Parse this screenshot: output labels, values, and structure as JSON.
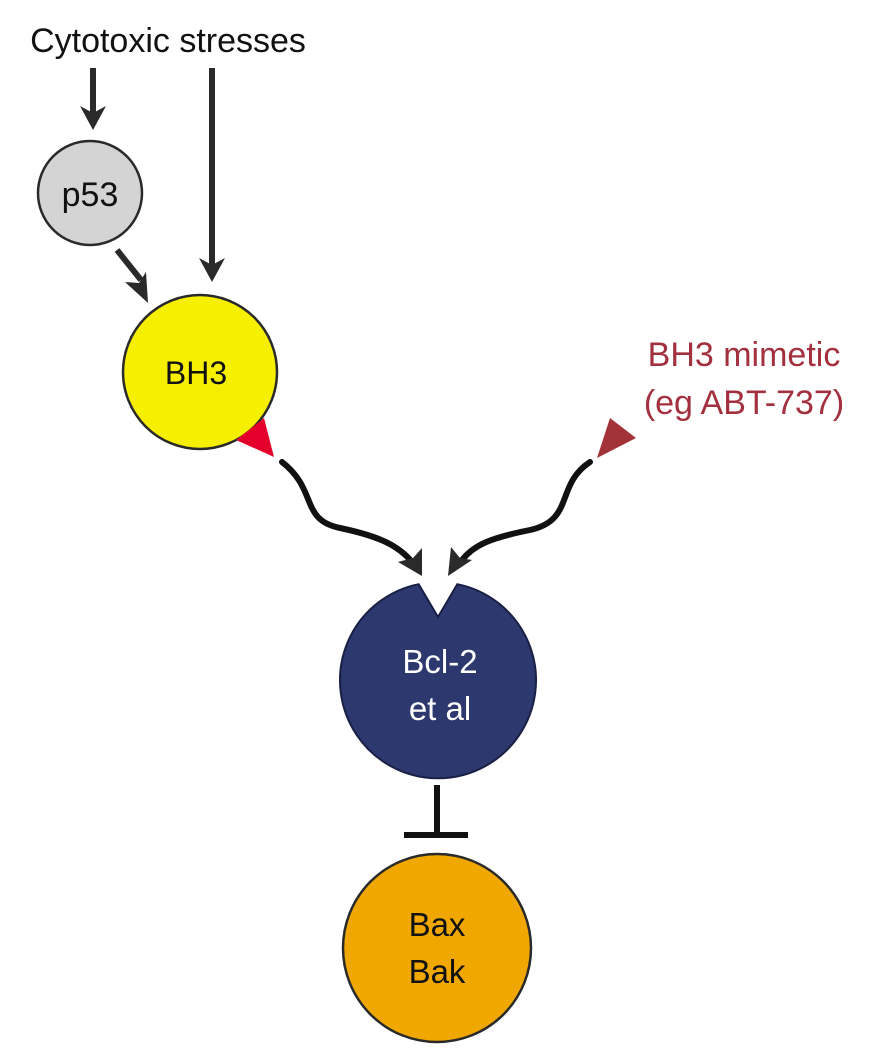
{
  "labels": {
    "stress": "Cytotoxic stresses",
    "p53": "p53",
    "bh3": "BH3",
    "mimetic_line1": "BH3 mimetic",
    "mimetic_line2": "(eg ABT-737)",
    "bcl2_line1": "Bcl-2",
    "bcl2_line2": "et al",
    "bax_line1": "Bax",
    "bax_line2": "Bak"
  },
  "colors": {
    "p53_fill": "#d4d4d4",
    "bh3_fill": "#f7ef00",
    "bh3_wedge": "#e3002b",
    "mimetic_wedge": "#a33238",
    "mimetic_text": "#a3303e",
    "bcl2_fill": "#2c386e",
    "bax_fill": "#f0a800",
    "arrow": "#2a2a2a"
  },
  "nodes": [
    {
      "id": "p53",
      "shape": "circle"
    },
    {
      "id": "bh3",
      "shape": "circle"
    },
    {
      "id": "bcl2",
      "shape": "notched-circle"
    },
    {
      "id": "bax-bak",
      "shape": "circle"
    }
  ],
  "edges": [
    {
      "from": "stress",
      "to": "p53",
      "type": "activation"
    },
    {
      "from": "stress",
      "to": "bh3",
      "type": "activation"
    },
    {
      "from": "p53",
      "to": "bh3",
      "type": "activation"
    },
    {
      "from": "bh3",
      "to": "bcl2",
      "type": "binding"
    },
    {
      "from": "mimetic",
      "to": "bcl2",
      "type": "binding"
    },
    {
      "from": "bcl2",
      "to": "bax-bak",
      "type": "inhibition"
    }
  ]
}
